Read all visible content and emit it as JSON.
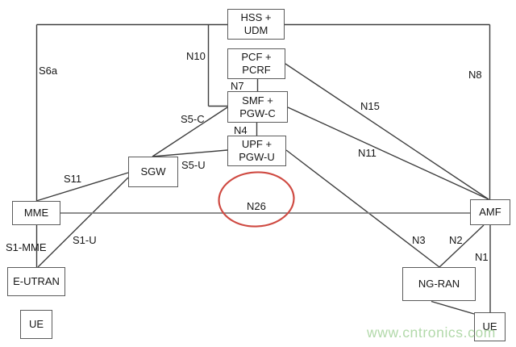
{
  "diagram": {
    "type": "network-architecture",
    "description": "EPC / 5GC interworking architecture",
    "nodes": {
      "hss_udm": "HSS +\nUDM",
      "pcf_pcrf": "PCF +\nPCRF",
      "smf_pgwc": "SMF +\nPGW-C",
      "upf_pgwu": "UPF +\nPGW-U",
      "sgw": "SGW",
      "mme": "MME",
      "amf": "AMF",
      "eutran": "E-UTRAN",
      "ue_lte": "UE",
      "ngran": "NG-RAN",
      "ue_5g": "UE"
    },
    "interfaces": {
      "s6a": "S6a",
      "n10": "N10",
      "n8": "N8",
      "n7": "N7",
      "s5c": "S5-C",
      "n15": "N15",
      "n4": "N4",
      "n11": "N11",
      "s11": "S11",
      "s5u": "S5-U",
      "n26": "N26",
      "s1mme": "S1-MME",
      "s1u": "S1-U",
      "n3": "N3",
      "n2": "N2",
      "n1": "N1"
    },
    "highlight": {
      "shape": "ellipse",
      "around": "N26",
      "color": "#cf4a42"
    },
    "colors": {
      "line": "#3d3d3d",
      "n26_line": "#7e7e7e",
      "box_border": "#5b5b5b",
      "text": "#161616"
    }
  },
  "watermark": {
    "text": "www.cntronics.com",
    "color": "#b2d9aa"
  }
}
